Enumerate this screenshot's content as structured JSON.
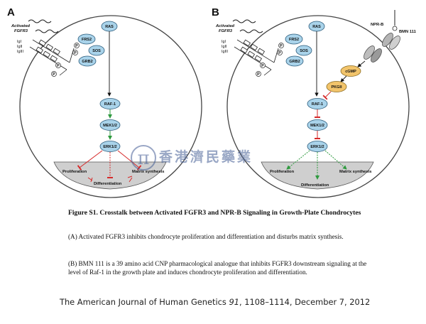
{
  "panels": {
    "a": {
      "letter": "A",
      "activated_label": [
        "Activated",
        "FGFR3"
      ],
      "ig_labels": [
        "IgI",
        "IgII",
        "IgIII"
      ],
      "p_label": "P",
      "nodes": [
        "RAS",
        "FRS2",
        "SOS",
        "GRB2",
        "RAF-1",
        "MEK1/2",
        "ERK1/2"
      ],
      "outcomes": {
        "proliferation": "Proliferation",
        "matrix": "Matrix synthesis",
        "differentiation": "Differentiation"
      }
    },
    "b": {
      "letter": "B",
      "activated_label": [
        "Activated",
        "FGFR3"
      ],
      "ig_labels": [
        "IgI",
        "IgII",
        "IgIII"
      ],
      "p_label": "P",
      "nodes": [
        "RAS",
        "FRS2",
        "SOS",
        "GRB2",
        "RAF-1",
        "MEK1/2",
        "ERK1/2",
        "cGMP",
        "PKGII"
      ],
      "receptor": "NPR-B",
      "drug": "BMN 111",
      "outcomes": {
        "proliferation": "Proliferation",
        "matrix": "Matrix synthesis",
        "differentiation": "Differentiation"
      }
    }
  },
  "watermark": {
    "text": "香港濟民藥業"
  },
  "caption": {
    "title": "Figure S1. Crosstalk between Activated FGFR3 and NPR-B Signaling in Growth-Plate Chondrocytes",
    "a": "(A) Activated FGFR3 inhibits chondrocyte proliferation and differentiation and disturbs matrix synthesis.",
    "b": "(B) BMN 111 is a 39 amino acid CNP pharmacological analogue that inhibits FGFR3 downstream signaling at the level of Raf-1 in the growth plate and induces chondrocyte proliferation and differentiation."
  },
  "citation": {
    "journal": "The American Journal of Human Genetics",
    "volume": "91",
    "rest": ", 1108–1114, December 7, 2012"
  },
  "colors": {
    "node_fill": "#a9d3ea",
    "node_stroke": "#2a5a7a",
    "nucleus_fill": "#cfcfcf",
    "inhibit": "#d62a2a",
    "activate": "#2e9a3e",
    "cgmp_fill": "#f2c46b",
    "watermark": "#465f96"
  }
}
